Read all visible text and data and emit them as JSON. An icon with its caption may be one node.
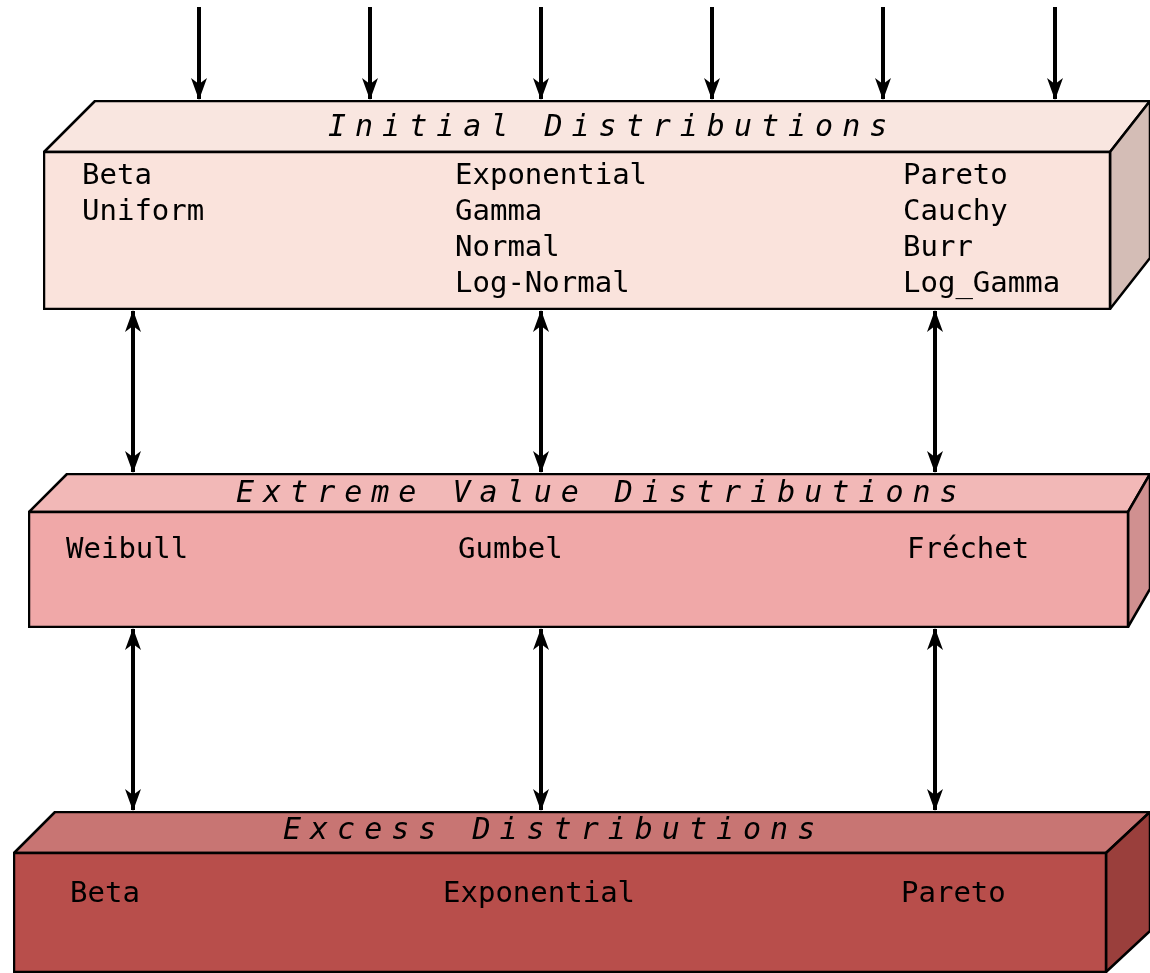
{
  "diagram": {
    "nodes": [
      {
        "text": [
          "Initial Distributions"
        ]
      },
      {
        "text": [
          "Beta",
          "Uniform"
        ],
        "in": 0
      },
      {
        "text": [
          "Exponential",
          "Gamma",
          "Normal",
          "Log-Normal"
        ],
        "in": 0
      },
      {
        "text": [
          "Pareto",
          "Cauchy",
          "Burr",
          "Log_Gamma"
        ],
        "in": 0
      },
      {
        "text": [
          "Extreme Value Distributions"
        ]
      },
      {
        "text": [
          "Weibull"
        ],
        "in": 4
      },
      {
        "text": [
          "Gumbel"
        ],
        "in": 4
      },
      {
        "text": [
          "Fréchet"
        ],
        "in": 4
      },
      {
        "text": [
          "Excess Distributions"
        ]
      },
      {
        "text": [
          "Beta"
        ],
        "in": 8
      },
      {
        "text": [
          "Exponential"
        ],
        "in": 8
      },
      {
        "text": [
          "Pareto"
        ],
        "in": 8
      }
    ],
    "edges": [
      {
        "from": null,
        "to": 0,
        "arrow": "to"
      },
      {
        "from": null,
        "to": 0,
        "arrow": "to"
      },
      {
        "from": null,
        "to": 0,
        "arrow": "to"
      },
      {
        "from": null,
        "to": 0,
        "arrow": "to"
      },
      {
        "from": null,
        "to": 0,
        "arrow": "to"
      },
      {
        "from": null,
        "to": 0,
        "arrow": "to"
      },
      {
        "from": 0,
        "to": 4,
        "arrow": "both"
      },
      {
        "from": 0,
        "to": 4,
        "arrow": "both"
      },
      {
        "from": 0,
        "to": 4,
        "arrow": "both"
      },
      {
        "from": 4,
        "to": 8,
        "arrow": "both"
      },
      {
        "from": 4,
        "to": 8,
        "arrow": "both"
      },
      {
        "from": 4,
        "to": 8,
        "arrow": "both"
      }
    ]
  }
}
